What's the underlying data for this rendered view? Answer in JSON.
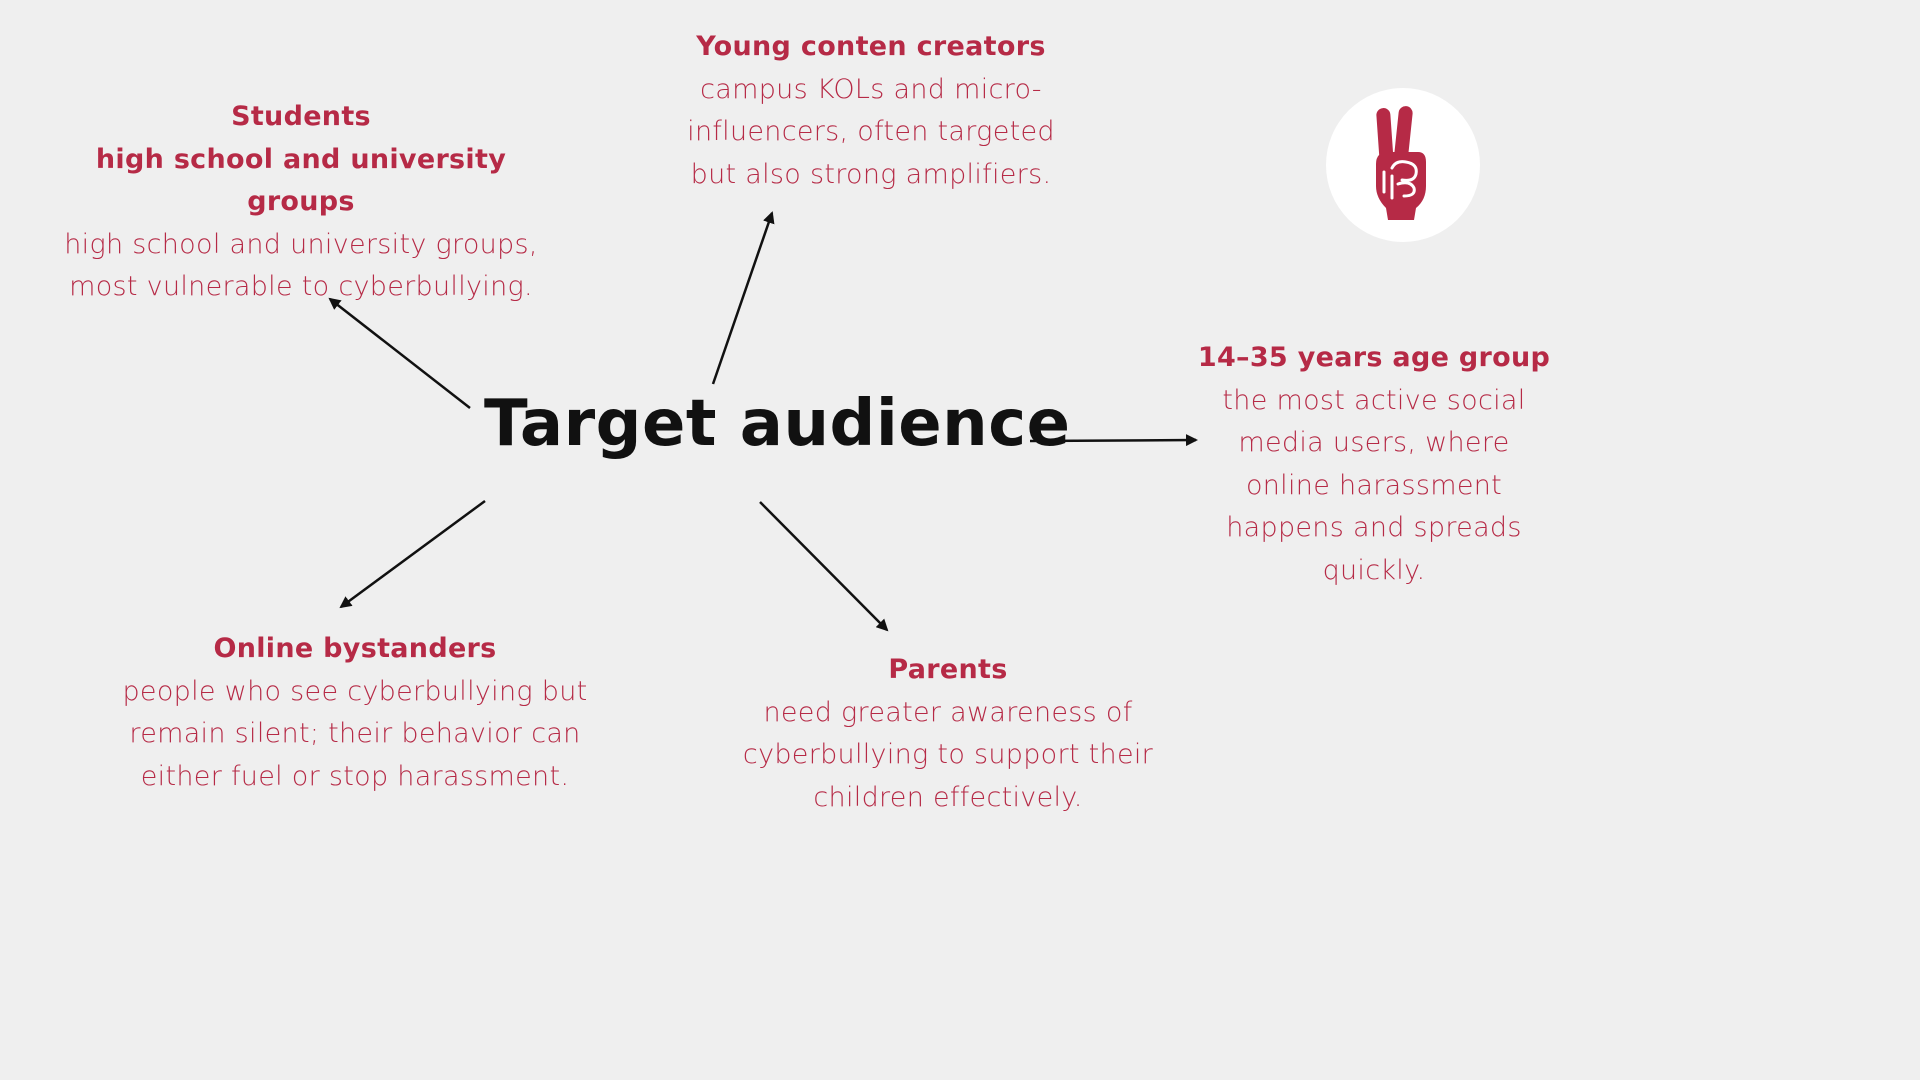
{
  "title": "Target audience",
  "colors": {
    "background": "#efefef",
    "accent": "#b62a46",
    "title": "#111111",
    "arrow": "#111111"
  },
  "icon": "peace-hand-icon",
  "audiences": {
    "students": {
      "heading": "Students",
      "subheading": "high school and university groups",
      "description": "high school and university groups, most vulnerable to cyberbullying."
    },
    "creators": {
      "heading": "Young conten creators",
      "description": "campus KOLs and micro-influencers, often targeted but also strong amplifiers."
    },
    "age_group": {
      "heading": "14–35 years age group",
      "description": "the most active social media users, where online harassment happens and spreads quickly."
    },
    "bystanders": {
      "heading": "Online bystanders",
      "description": "people who see cyberbullying but remain silent; their behavior can either fuel or stop harassment."
    },
    "parents": {
      "heading": "Parents",
      "description": "need greater awareness of cyberbullying to support their children effectively."
    }
  }
}
